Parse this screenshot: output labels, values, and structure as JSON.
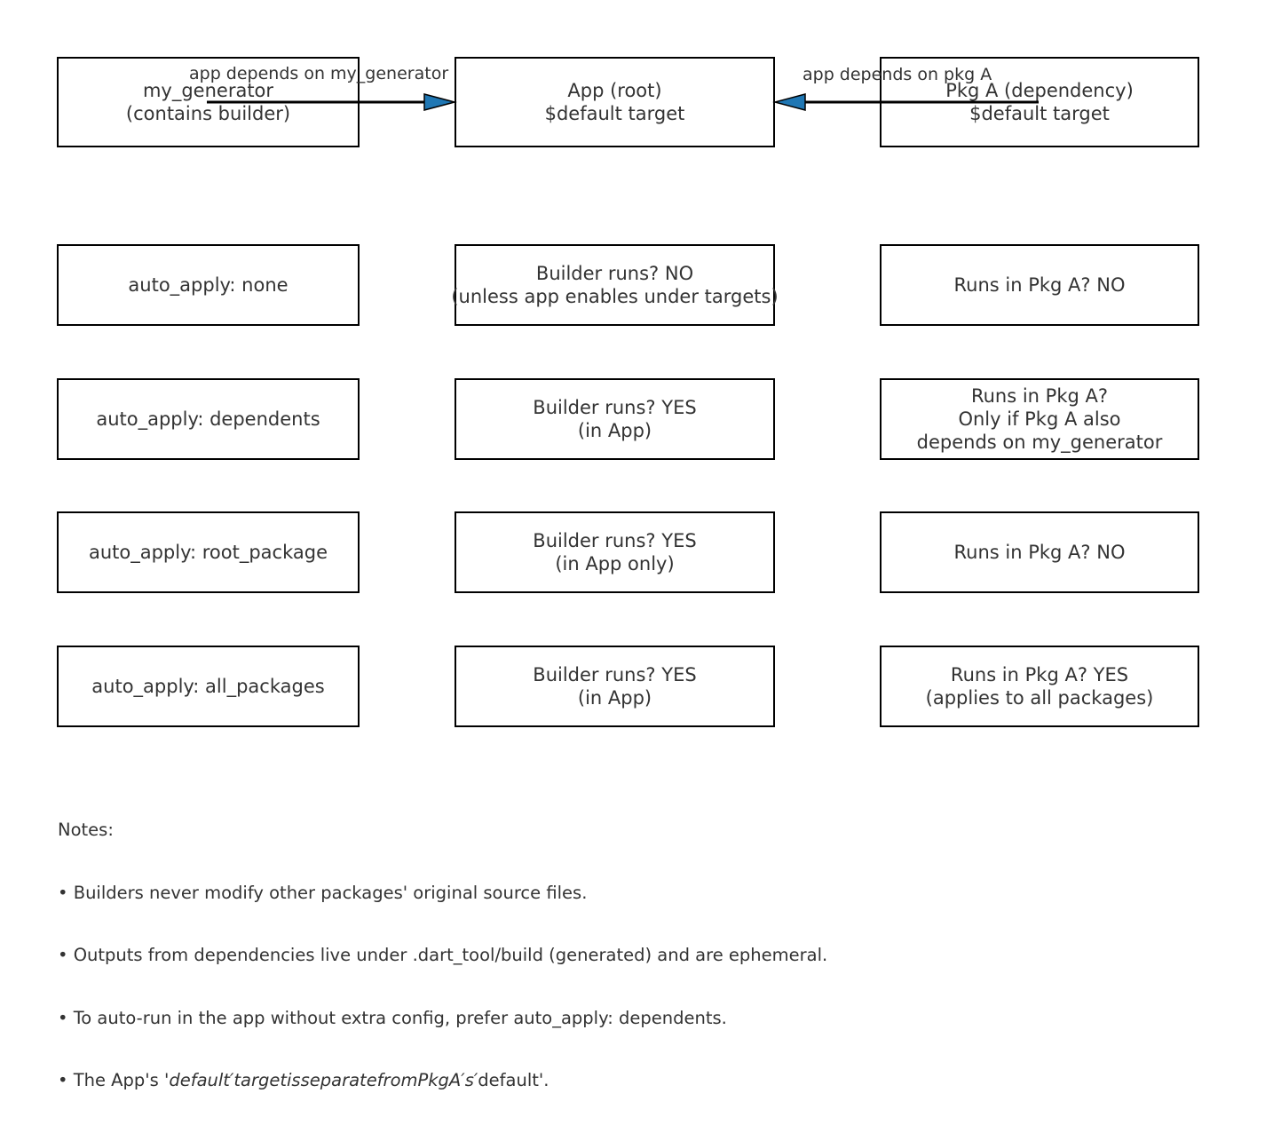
{
  "colors": {
    "box_border": "#000000",
    "text": "#333333",
    "arrow_line": "#000000",
    "arrow_head": "#1f77b4",
    "background": "#ffffff"
  },
  "top_row": {
    "generator": "my_generator\n(contains builder)",
    "app": "App (root)\n$default target",
    "pkg_a": "Pkg A (dependency)\n$default target"
  },
  "edges": {
    "generator_to_app": "app depends on my_generator",
    "pkg_a_to_app": "app depends on pkg A"
  },
  "rows": [
    {
      "mode": "auto_apply: none",
      "app_result": "Builder runs? NO\n(unless app enables under targets)",
      "pkg_result": "Runs in Pkg A? NO"
    },
    {
      "mode": "auto_apply: dependents",
      "app_result": "Builder runs? YES\n(in App)",
      "pkg_result": "Runs in Pkg A?\nOnly if Pkg A also\ndepends on my_generator"
    },
    {
      "mode": "auto_apply: root_package",
      "app_result": "Builder runs? YES\n(in App only)",
      "pkg_result": "Runs in Pkg A? NO"
    },
    {
      "mode": "auto_apply: all_packages",
      "app_result": "Builder runs? YES\n(in App)",
      "pkg_result": "Runs in Pkg A? YES\n(applies to all packages)"
    }
  ],
  "notes": {
    "heading": "Notes:",
    "line1": "• Builders never modify other packages' original source files.",
    "line2": "• Outputs from dependencies live under .dart_tool/build (generated) and are ephemeral.",
    "line3": "• To auto-run in the app without extra config, prefer auto_apply: dependents.",
    "line4_prefix": "• The App's '",
    "line4_italic": "default′targetisseparatefromPkgA′s′",
    "line4_suffix": "default'."
  }
}
